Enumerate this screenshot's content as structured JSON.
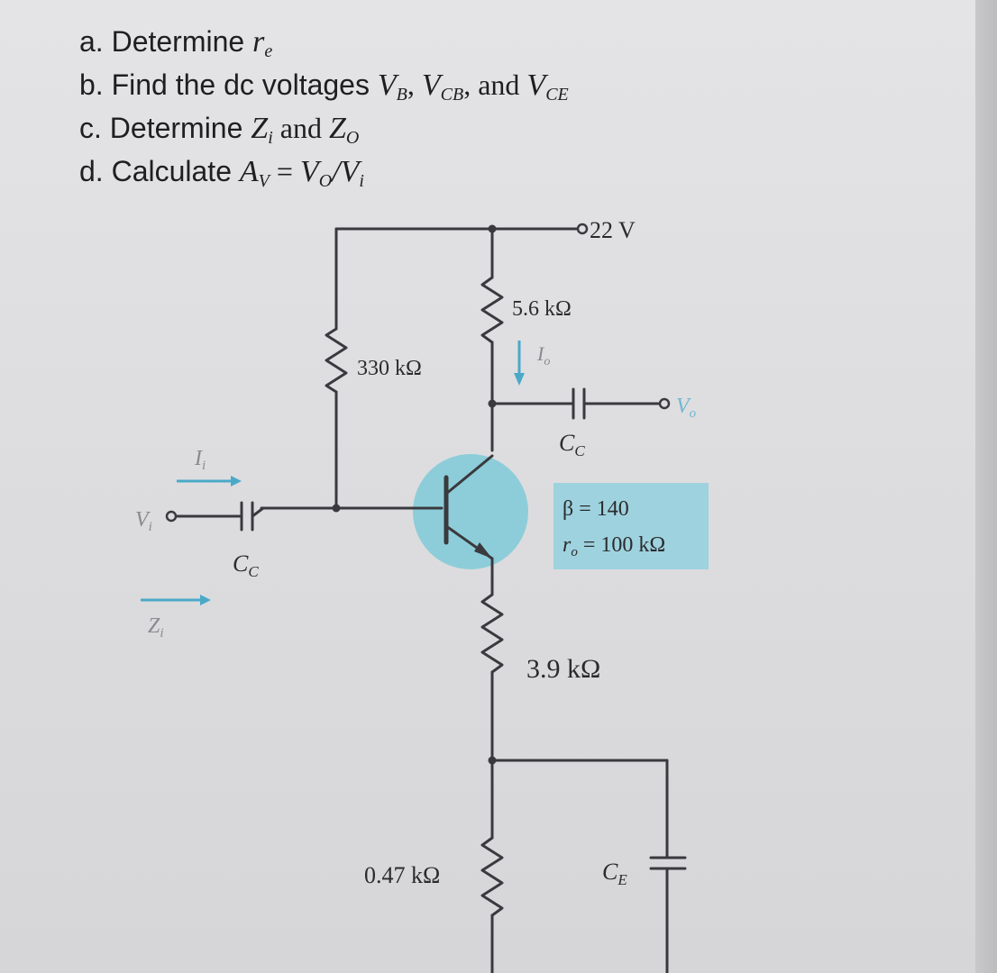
{
  "questions": {
    "a": {
      "prefix": "a. Determine ",
      "var": "r",
      "var_sub": "e"
    },
    "b": {
      "prefix": "b. Find the dc voltages ",
      "v1": "V",
      "v1_sub": "B",
      "sep1": ", ",
      "v2": "V",
      "v2_sub": "CB",
      "sep2": ", and ",
      "v3": "V",
      "v3_sub": "CE"
    },
    "c": {
      "prefix": "c. Determine ",
      "v1": "Z",
      "v1_sub": "i",
      "mid": " and ",
      "v2": "Z",
      "v2_sub": "O"
    },
    "d": {
      "prefix": "d. Calculate ",
      "lhs": "A",
      "lhs_sub": "V",
      "eq": " = ",
      "num": "V",
      "num_sub": "O",
      "slash": "/",
      "den": "V",
      "den_sub": "i"
    }
  },
  "circuit": {
    "supply": "22 V",
    "rc": "5.6 kΩ",
    "rb": "330 kΩ",
    "re1": "3.9 kΩ",
    "re2": "0.47 kΩ",
    "beta": "β = 140",
    "ro": "r",
    "ro_sub": "o",
    "ro_val": " = 100 kΩ",
    "cc_in": "C",
    "cc_in_sub": "C",
    "cc_out": "C",
    "cc_out_sub": "C",
    "ce": "C",
    "ce_sub": "E",
    "vi": "V",
    "vi_sub": "i",
    "vo": "V",
    "vo_sub": "o",
    "ii": "I",
    "ii_sub": "i",
    "io": "I",
    "io_sub": "o",
    "zi": "Z",
    "zi_sub": "i"
  },
  "colors": {
    "wire": "#3a3a3e",
    "accent": "#5bb8cf",
    "highlight": "#7fcad8",
    "arrow": "#4aa9c9"
  }
}
